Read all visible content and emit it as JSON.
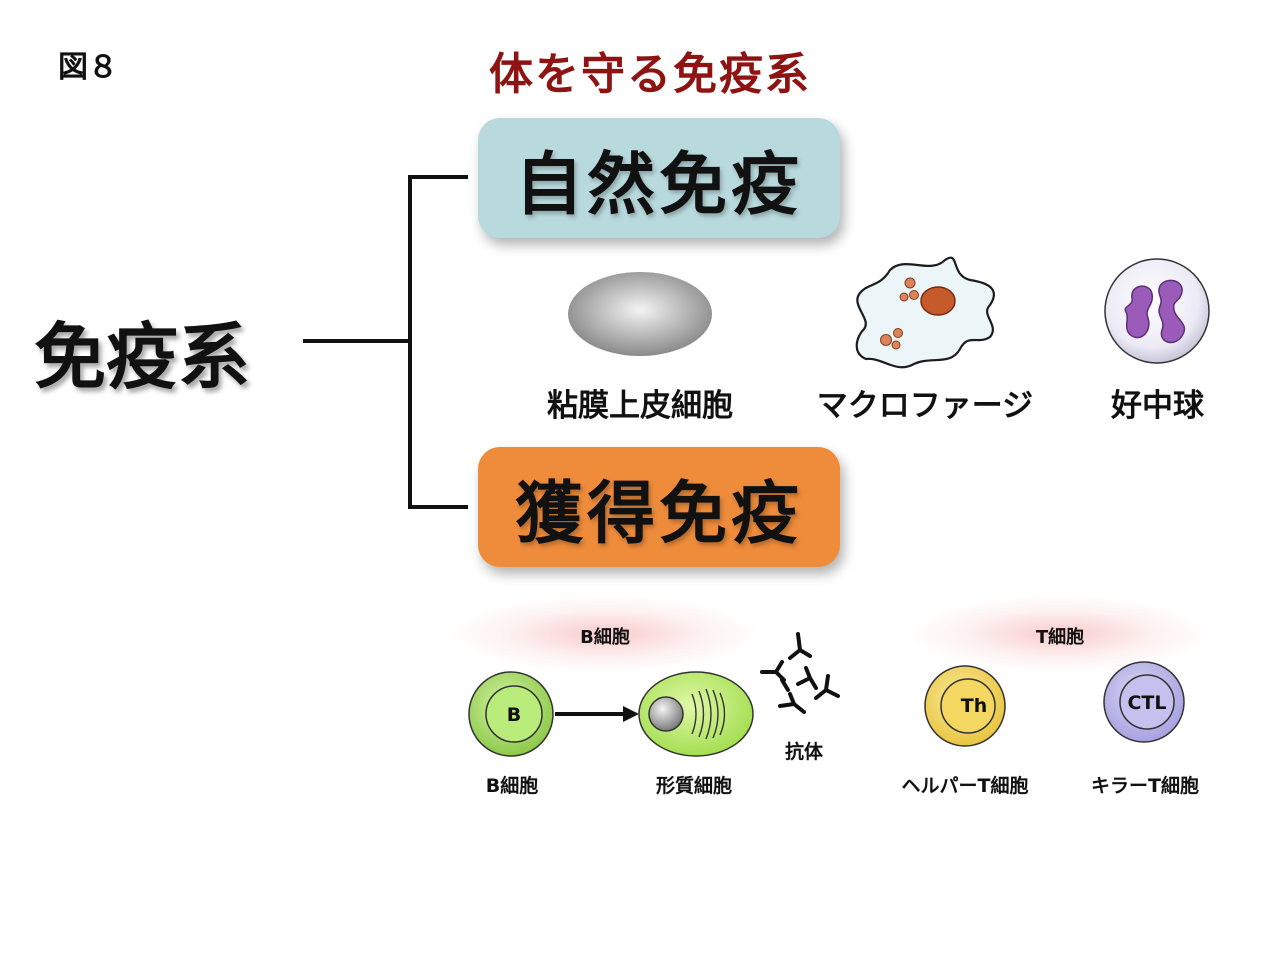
{
  "figure_label": "図８",
  "title": "体を守る免疫系",
  "root": "免疫系",
  "innate": {
    "title": "自然免疫",
    "cells": [
      "粘膜上皮細胞",
      "マクロファージ",
      "好中球"
    ]
  },
  "adaptive": {
    "title": "獲得免疫",
    "b_group_label": "B細胞",
    "t_group_label": "T細胞",
    "b_cell_letter": "B",
    "th_letter": "Th",
    "ctl_letter": "CTL",
    "labels": {
      "b_cell": "B細胞",
      "plasma_cell": "形質細胞",
      "antibody": "抗体",
      "helper_t": "ヘルパーT細胞",
      "killer_t": "キラーT細胞"
    }
  },
  "colors": {
    "title": "#8e1414",
    "innate_box": "#b9dadd",
    "adaptive_box": "#ef8c3b",
    "b_cell": "#a6dc6a",
    "plasma_cell": "#b9ee6a",
    "th_cell": "#f0d55a",
    "ctl_cell": "#b7b4e8"
  }
}
